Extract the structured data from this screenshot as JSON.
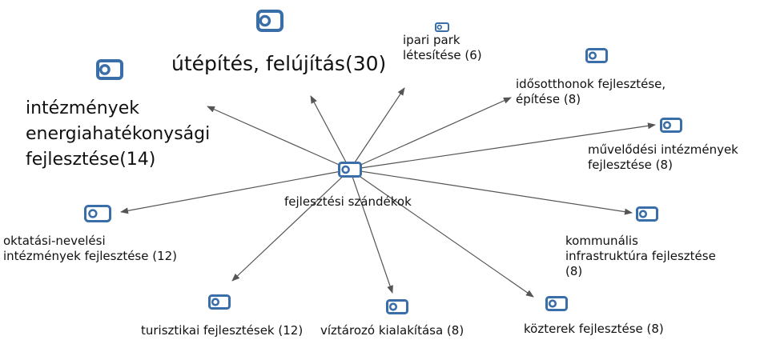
{
  "center": {
    "label": "fejlesztési szándékok",
    "icon": "database-node-icon"
  },
  "colors": {
    "icon": "#3a6ea8",
    "arrow": "#555555",
    "text": "#111111"
  },
  "nodes": [
    {
      "id": "utepites",
      "lines": [
        "útépítés, felújítás(30)"
      ],
      "icon": "database-node-icon"
    },
    {
      "id": "ipari",
      "lines": [
        "ipari park",
        "létesítése (6)"
      ],
      "icon": "database-node-icon"
    },
    {
      "id": "idosotthon",
      "lines": [
        "idősotthonok fejlesztése,",
        "építése (8)"
      ],
      "icon": "database-node-icon"
    },
    {
      "id": "muvelodesi",
      "lines": [
        "művelődési intézmények",
        "fejlesztése (8)"
      ],
      "icon": "database-node-icon"
    },
    {
      "id": "kommunalis",
      "lines": [
        "kommunális",
        "infrastruktúra fejlesztése",
        "(8)"
      ],
      "icon": "database-node-icon"
    },
    {
      "id": "kozterek",
      "lines": [
        "közterek fejlesztése (8)"
      ],
      "icon": "database-node-icon"
    },
    {
      "id": "viztarozo",
      "lines": [
        "víztározó kialakítása (8)"
      ],
      "icon": "database-node-icon"
    },
    {
      "id": "turisztikai",
      "lines": [
        "turisztikai fejlesztések (12)"
      ],
      "icon": "database-node-icon"
    },
    {
      "id": "oktatasi",
      "lines": [
        "oktatási-nevelési",
        "intézmények fejlesztése (12)"
      ],
      "icon": "database-node-icon"
    },
    {
      "id": "intezmenyek",
      "lines": [
        "intézmények",
        "energiahatékonysági",
        "fejlesztése(14)"
      ],
      "icon": "database-node-icon"
    }
  ]
}
